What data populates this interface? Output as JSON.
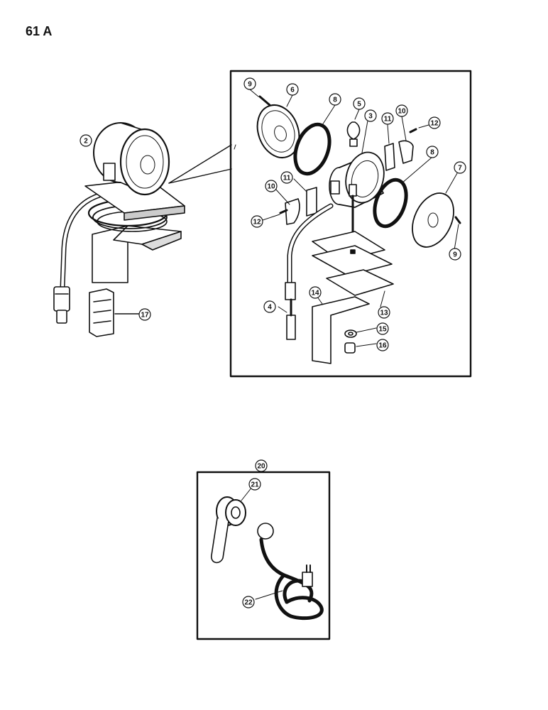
{
  "page_label": "61 A",
  "callouts": [
    {
      "id": "c2",
      "number": "2"
    },
    {
      "id": "c3",
      "number": "3"
    },
    {
      "id": "c4",
      "number": "4"
    },
    {
      "id": "c5",
      "number": "5"
    },
    {
      "id": "c6",
      "number": "6"
    },
    {
      "id": "c7",
      "number": "7"
    },
    {
      "id": "c8a",
      "number": "8"
    },
    {
      "id": "c8b",
      "number": "8"
    },
    {
      "id": "c9a",
      "number": "9"
    },
    {
      "id": "c9b",
      "number": "9"
    },
    {
      "id": "c10a",
      "number": "10"
    },
    {
      "id": "c10b",
      "number": "10"
    },
    {
      "id": "c11a",
      "number": "11"
    },
    {
      "id": "c11b",
      "number": "11"
    },
    {
      "id": "c12a",
      "number": "12"
    },
    {
      "id": "c12b",
      "number": "12"
    },
    {
      "id": "c13",
      "number": "13"
    },
    {
      "id": "c14",
      "number": "14"
    },
    {
      "id": "c15",
      "number": "15"
    },
    {
      "id": "c16",
      "number": "16"
    },
    {
      "id": "c17",
      "number": "17"
    },
    {
      "id": "c20",
      "number": "20"
    },
    {
      "id": "c21",
      "number": "21"
    },
    {
      "id": "c22",
      "number": "22"
    }
  ]
}
